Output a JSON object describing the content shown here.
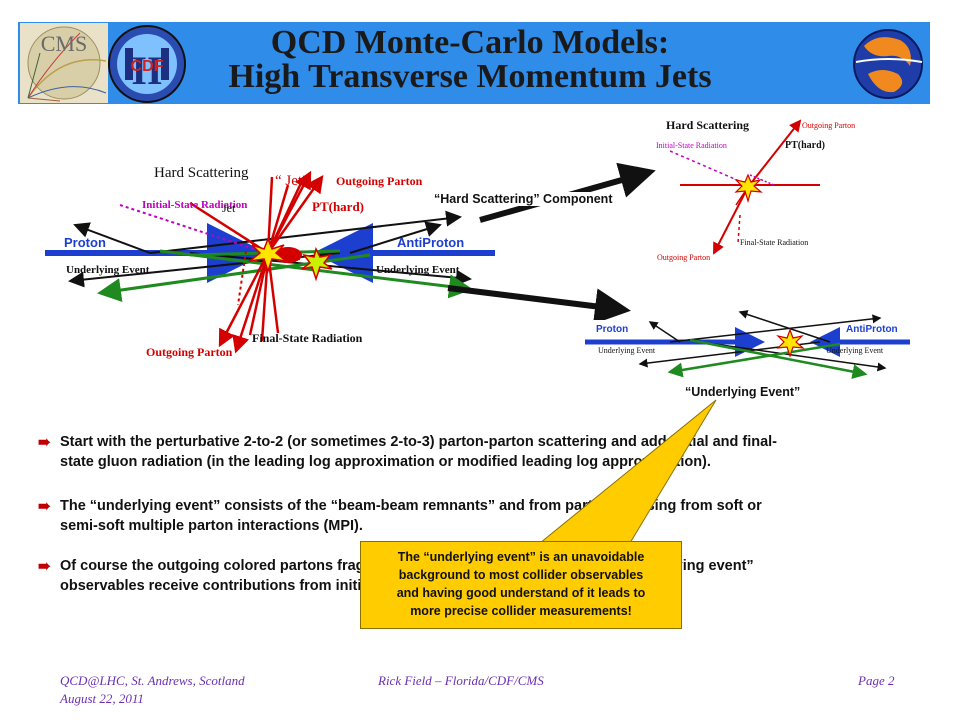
{
  "title": {
    "line1": "QCD Monte-Carlo Models:",
    "line2": "High Transverse Momentum Jets"
  },
  "logos": {
    "cms": "CMS",
    "cdf_numeral": "II",
    "cdf": "CDF"
  },
  "main_diagram": {
    "hard_scattering": "Hard Scattering",
    "jet_top": "“ Jet”",
    "outgoing_parton_top": "Outgoing Parton",
    "initial_state_radiation": "Initial-State Radiation",
    "jet_mid": "Jet",
    "pt_hard": "PT(hard)",
    "proton": "Proton",
    "antiproton": "AntiProton",
    "underlying_event_left": "Underlying Event",
    "underlying_event_right": "Underlying Event",
    "final_state_radiation": "Final-State Radiation",
    "outgoing_parton_bottom": "Outgoing Parton"
  },
  "component_label": "“Hard Scattering” Component",
  "hs_diagram": {
    "hard_scattering": "Hard Scattering",
    "outgoing_parton_top": "Outgoing Parton",
    "initial_state_radiation": "Initial-State Radiation",
    "pt_hard": "PT(hard)",
    "final_state_radiation": "Final-State Radiation",
    "outgoing_parton_bottom": "Outgoing Parton"
  },
  "ue_diagram": {
    "proton": "Proton",
    "antiproton": "AntiProton",
    "underlying_event_left": "Underlying Event",
    "underlying_event_right": "Underlying Event",
    "caption": "“Underlying Event”"
  },
  "bullets": [
    {
      "line1": "Start with the perturbative 2-to-2 (or sometimes 2-to-3) parton-parton scattering and add initial and final-",
      "line2": "state gluon radiation (in the leading log approximation or modified leading log approximation)."
    },
    {
      "line1": "The “underlying event” consists of the “beam-beam remnants” and from particles arising from soft or",
      "line2": "semi-soft multiple parton interactions (MPI)."
    },
    {
      "line1": "Of course the outgoing colored partons fragment into hadron “jet” and inevitably “underlying event”",
      "line2": "observables receive contributions from initial and final-state radiation."
    }
  ],
  "callout": {
    "line1": "The “underlying event” is an unavoidable",
    "line2": "background to most collider observables",
    "line3": "and having good understand of it leads to",
    "line4": "more precise collider measurements!"
  },
  "footer": {
    "venue": "QCD@LHC, St. Andrews, Scotland",
    "date": "August 22, 2011",
    "author": "Rick Field – Florida/CDF/CMS",
    "page": "Page 2"
  },
  "colors": {
    "banner": "#2f8ce8",
    "callout": "#ffcc00",
    "footer_text": "#6b2fb3",
    "parton_red": "#d40000",
    "isr_magenta": "#c000c0",
    "beam_blue": "#1c3fd0",
    "ue_green": "#1f8a1f",
    "bullet_arrow": "#c00000"
  }
}
